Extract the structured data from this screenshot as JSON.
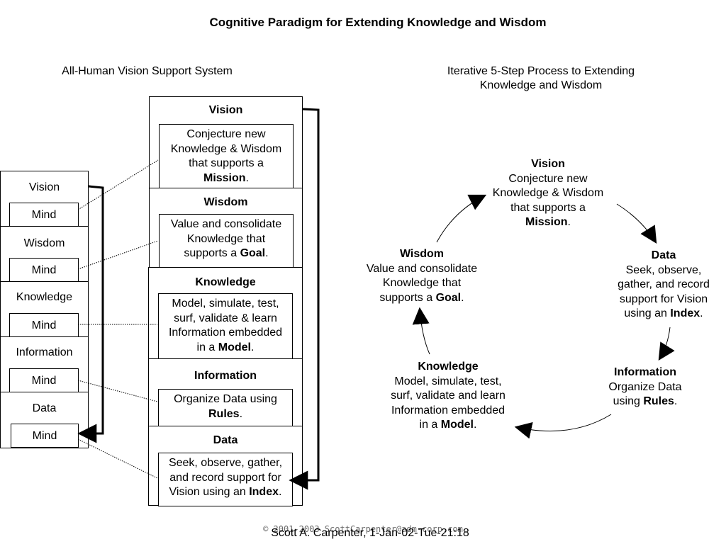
{
  "title": "Cognitive Paradigm for Extending Knowledge and Wisdom",
  "left_header": "All-Human Vision Support System",
  "right_header": [
    "Iterative 5-Step Process to Extending",
    "Knowledge and Wisdom"
  ],
  "human_levels": [
    {
      "label": "Vision",
      "mind": "Mind"
    },
    {
      "label": "Wisdom",
      "mind": "Mind"
    },
    {
      "label": "Knowledge",
      "mind": "Mind"
    },
    {
      "label": "Information",
      "mind": "Mind"
    },
    {
      "label": "Data",
      "mind": "Mind"
    }
  ],
  "stack": [
    {
      "title": "Vision",
      "lines": [
        "Conjecture new",
        "Knowledge & Wisdom",
        "that supports a"
      ],
      "keyword": "Mission",
      "suffix": "."
    },
    {
      "title": "Wisdom",
      "lines": [
        "Value and consolidate",
        "Knowledge that"
      ],
      "tail_pre": "supports a ",
      "keyword": "Goal",
      "suffix": "."
    },
    {
      "title": "Knowledge",
      "lines": [
        "Model, simulate, test,",
        "surf, validate & learn",
        "Information embedded"
      ],
      "tail_pre": "in a ",
      "keyword": "Model",
      "suffix": "."
    },
    {
      "title": "Information",
      "lines": [
        "Organize Data using"
      ],
      "keyword": "Rules",
      "suffix": "."
    },
    {
      "title": "Data",
      "lines": [
        "Seek, observe, gather,",
        "and record support for"
      ],
      "tail_pre": "Vision using an ",
      "keyword": "Index",
      "suffix": "."
    }
  ],
  "cycle": [
    {
      "title": "Vision",
      "lines": [
        "Conjecture new",
        "Knowledge & Wisdom",
        "that supports a"
      ],
      "keyword": "Mission",
      "suffix": "."
    },
    {
      "title": "Data",
      "lines": [
        "Seek, observe,",
        "gather, and record",
        "support for Vision"
      ],
      "tail_pre": "using an ",
      "keyword": "Index",
      "suffix": "."
    },
    {
      "title": "Information",
      "lines": [
        "Organize Data"
      ],
      "tail_pre": "using ",
      "keyword": "Rules",
      "suffix": "."
    },
    {
      "title": "Knowledge",
      "lines": [
        "Model, simulate, test,",
        "surf, validate and learn",
        "Information embedded"
      ],
      "tail_pre": "in a ",
      "keyword": "Model",
      "suffix": "."
    },
    {
      "title": "Wisdom",
      "lines": [
        "Value and consolidate",
        "Knowledge that"
      ],
      "tail_pre": "supports a ",
      "keyword": "Goal",
      "suffix": "."
    }
  ],
  "footer": {
    "copyright": "© 2001-2003 ScottCarpenter@adm-corp.com",
    "signature": "Scott A. Carpenter, 1-Jan-02-Tue-21:18"
  }
}
